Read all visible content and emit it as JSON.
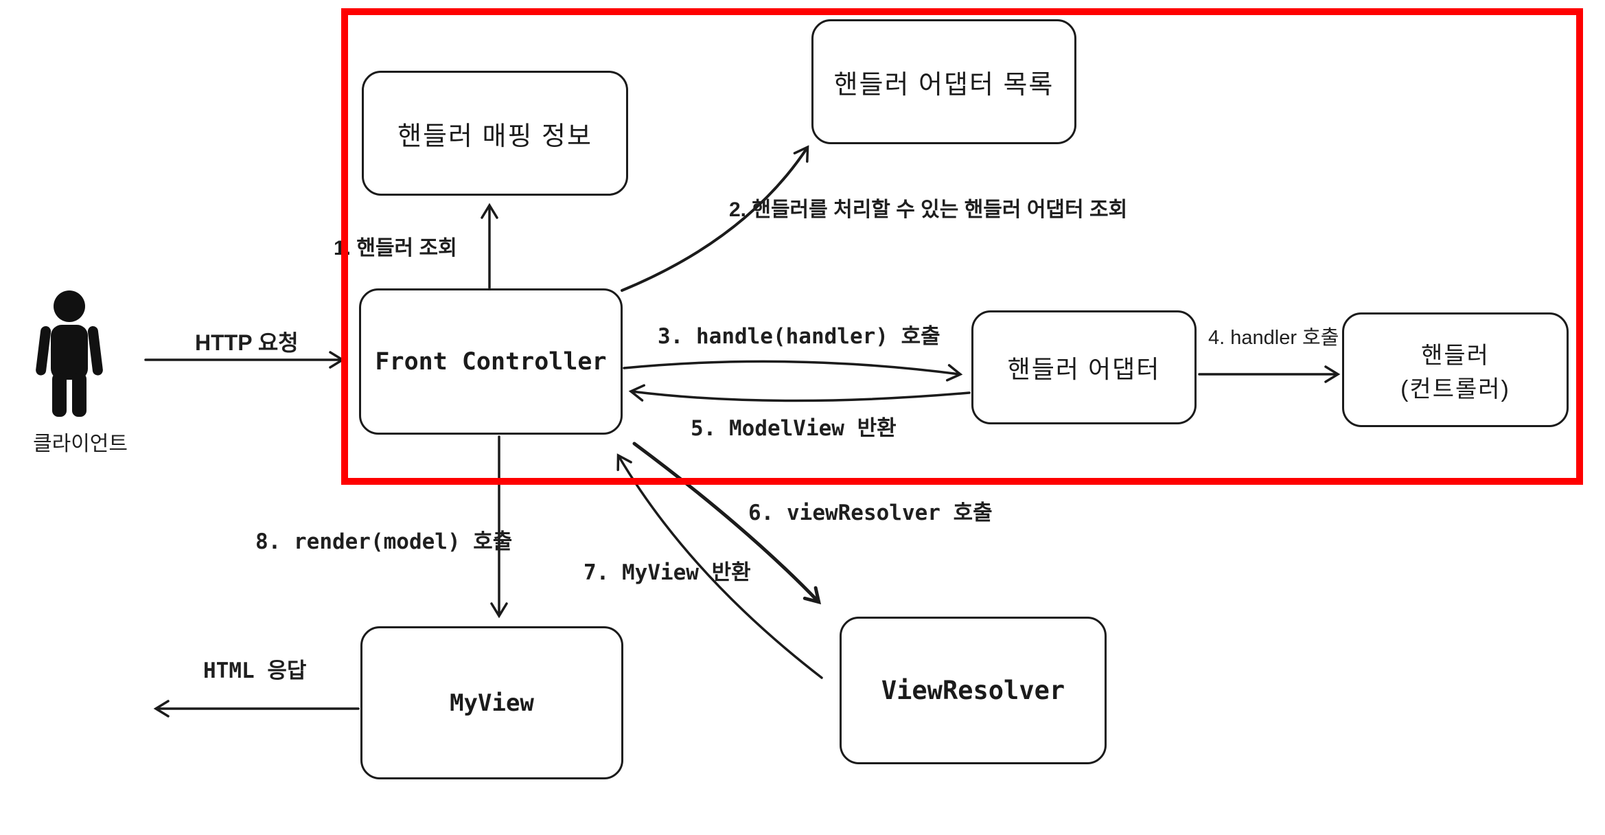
{
  "client": {
    "label": "클라이언트"
  },
  "boxes": {
    "handler_mapping": {
      "label": "핸들러 매핑 정보"
    },
    "handler_adapter_list": {
      "label": "핸들러 어댑터 목록"
    },
    "front_controller": {
      "label": "Front Controller"
    },
    "handler_adapter": {
      "label": "핸들러 어댑터"
    },
    "handler_controller": {
      "line1": "핸들러",
      "line2": "(컨트롤러)"
    },
    "view_resolver": {
      "label": "ViewResolver"
    },
    "my_view": {
      "label": "MyView"
    }
  },
  "edges": {
    "http_request": {
      "label": "HTTP 요청"
    },
    "handler_lookup": {
      "label": "1. 핸들러 조회"
    },
    "adapter_lookup": {
      "label": "2. 핸들러를 처리할 수 있는 핸들러 어댑터 조회"
    },
    "handle_call": {
      "label": "3. handle(handler) 호출"
    },
    "handler_call": {
      "label": "4. handler 호출"
    },
    "modelview_return": {
      "label": "5. ModelView 반환"
    },
    "viewresolver_call": {
      "label": "6. viewResolver 호출"
    },
    "myview_return": {
      "label": "7. MyView 반환"
    },
    "render_call": {
      "label": "8. render(model) 호출"
    },
    "html_response": {
      "label": "HTML 응답"
    }
  },
  "colors": {
    "stroke": "#1b1b1b",
    "highlight": "#fe0000",
    "background": "#ffffff"
  }
}
